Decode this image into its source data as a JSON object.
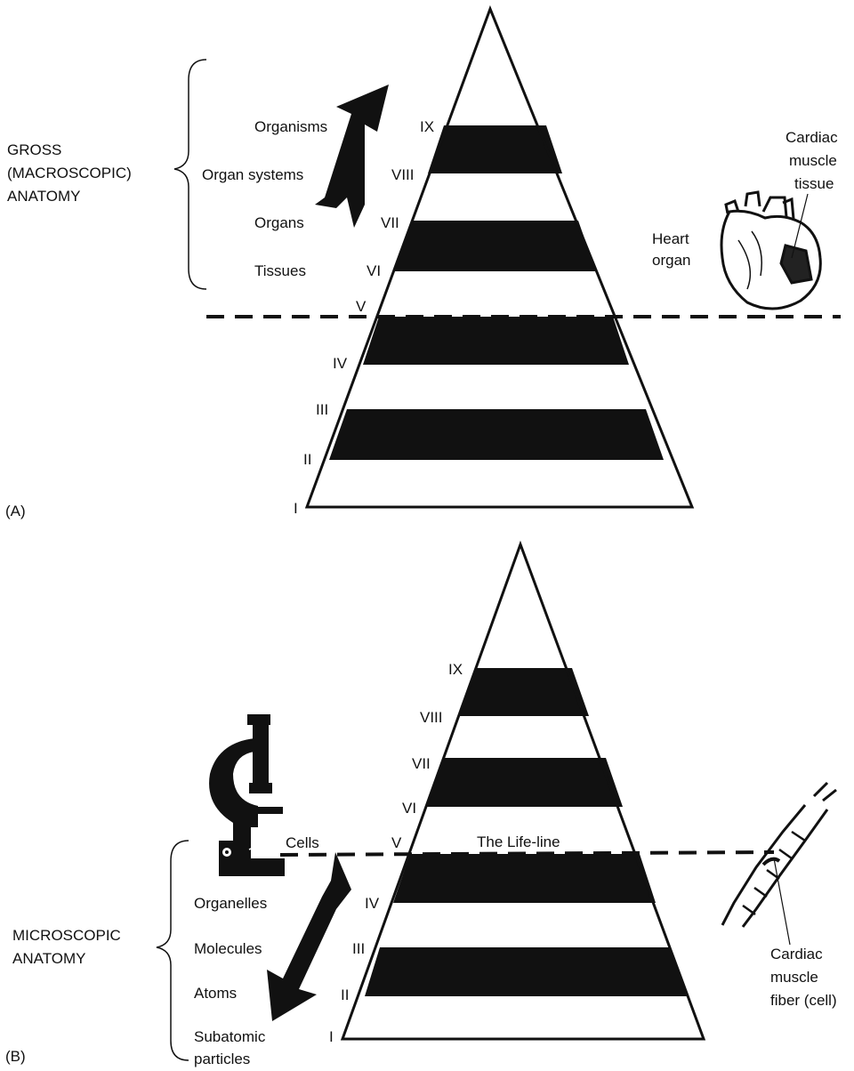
{
  "panel_a": {
    "label": "(A)",
    "bracket_label": [
      "GROSS",
      "(MACROSCOPIC)",
      "ANATOMY"
    ],
    "levels": [
      "Organisms",
      "Organ systems",
      "Organs",
      "Tissues"
    ],
    "numerals": [
      "IX",
      "VIII",
      "VII",
      "VI",
      "V",
      "IV",
      "III",
      "II",
      "I"
    ],
    "heart_label": [
      "Heart",
      "organ"
    ],
    "tissue_label": [
      "Cardiac",
      "muscle",
      "tissue"
    ]
  },
  "panel_b": {
    "label": "(B)",
    "bracket_label": [
      "MICROSCOPIC",
      "ANATOMY"
    ],
    "cells_label": "Cells",
    "levels": [
      "Organelles",
      "Molecules",
      "Atoms",
      "Subatomic",
      "particles"
    ],
    "numerals": [
      "IX",
      "VIII",
      "VII",
      "VI",
      "V",
      "IV",
      "III",
      "II",
      "I"
    ],
    "lifeline_label": "The Life-line",
    "fiber_label": [
      "Cardiac",
      "muscle",
      "fiber (cell)"
    ]
  }
}
